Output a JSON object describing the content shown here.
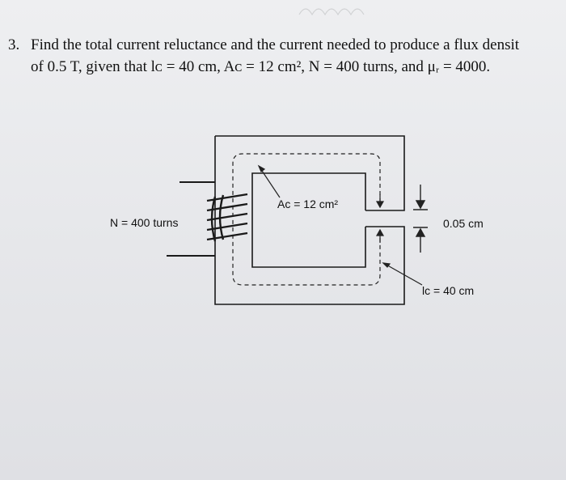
{
  "problem": {
    "number": "3.",
    "line1": "Find the total current reluctance and the current needed to produce a flux densit",
    "line2": "of 0.5 T, given that lᴄ = 40 cm, Aᴄ = 12 cm², N = 400 turns, and μᵣ = 4000."
  },
  "diagram": {
    "area_label": "Aᴄ = 12 cm²",
    "turns_label": "N = 400 turns",
    "gap_label": "0.05 cm",
    "length_label": "lᴄ = 40 cm"
  }
}
